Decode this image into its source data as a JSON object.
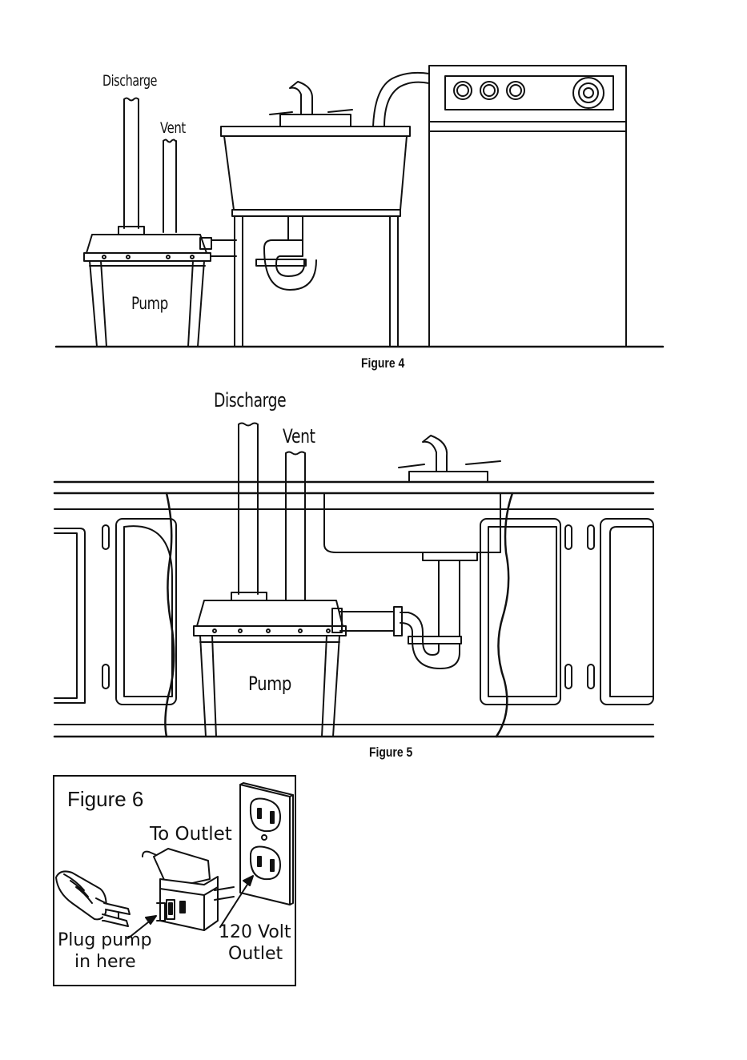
{
  "figure4": {
    "caption": "Figure 4",
    "labels": {
      "discharge": "Discharge",
      "vent": "Vent",
      "pump": "Pump"
    }
  },
  "figure5": {
    "caption": "Figure 5",
    "labels": {
      "discharge": "Discharge",
      "vent": "Vent",
      "pump": "Pump"
    }
  },
  "figure6": {
    "title": "Figure 6",
    "labels": {
      "to_outlet": "To Outlet",
      "plug_line1": "Plug pump",
      "plug_line2": "in here",
      "volt_line1": "120 Volt",
      "volt_line2": "Outlet"
    }
  }
}
